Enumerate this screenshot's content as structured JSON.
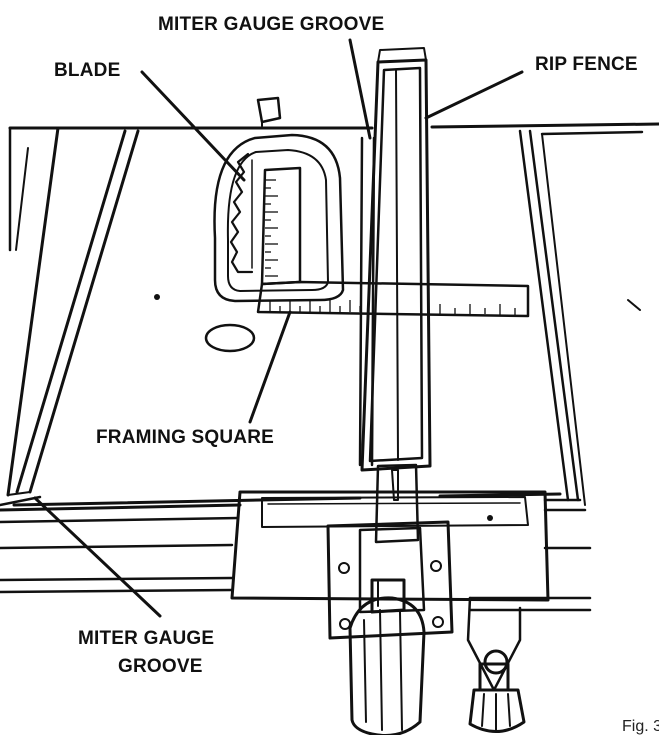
{
  "figure": {
    "caption_partial": "Fig. 3"
  },
  "labels": {
    "miter_gauge_groove_top": "MITER GAUGE GROOVE",
    "rip_fence": "RIP FENCE",
    "blade": "BLADE",
    "framing_square": "FRAMING SQUARE",
    "miter_gauge_groove_bottom_line1": "MITER GAUGE",
    "miter_gauge_groove_bottom_line2": "GROOVE"
  },
  "colors": {
    "ink": "#111111",
    "paper": "#ffffff"
  }
}
